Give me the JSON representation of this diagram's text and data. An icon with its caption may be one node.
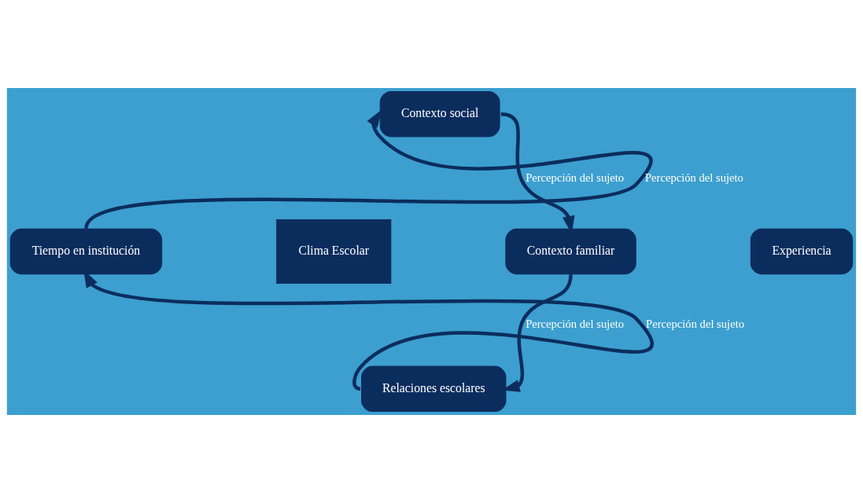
{
  "diagram": {
    "nodes": [
      {
        "text": [
          "Contexto social"
        ]
      },
      {
        "text": [
          "Tiempo en institución"
        ]
      },
      {
        "text": [
          "Clima Escolar"
        ]
      },
      {
        "text": [
          "Contexto familiar"
        ]
      },
      {
        "text": [
          "Experiencia"
        ]
      },
      {
        "text": [
          "Relaciones escolares"
        ]
      }
    ],
    "edges": [
      {
        "from": 1,
        "to": 0,
        "arrow": "to",
        "label": "Percepción del sujeto"
      },
      {
        "from": 0,
        "to": 3,
        "arrow": "to",
        "label": "Percepción del sujeto"
      },
      {
        "from": 3,
        "to": 5,
        "arrow": "to",
        "label": "Percepción del sujeto"
      },
      {
        "from": 5,
        "to": 1,
        "arrow": "to",
        "label": "Percepción del sujeto"
      }
    ]
  }
}
